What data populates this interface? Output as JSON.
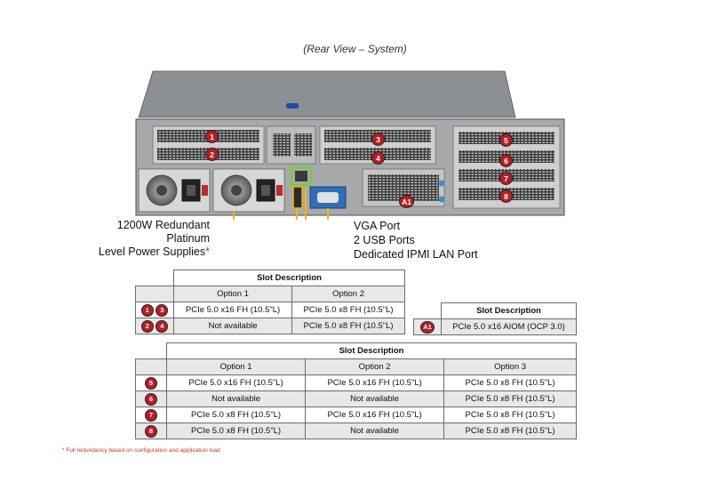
{
  "caption": "(Rear View – System)",
  "callouts": {
    "psu_line1": "1200W Redundant Platinum",
    "psu_line2": "Level Power Supplies",
    "psu_star": "*",
    "vga": "VGA Port",
    "usb": "2 USB Ports",
    "ipmi": "Dedicated IPMI LAN Port"
  },
  "badges": [
    "1",
    "2",
    "3",
    "4",
    "5",
    "6",
    "7",
    "8",
    "A1"
  ],
  "table1": {
    "title": "Slot Description",
    "headers": [
      "Option 1",
      "Option 2"
    ],
    "rows": [
      {
        "badges": [
          "1",
          "3"
        ],
        "cells": [
          "PCIe 5.0 x16 FH (10.5\"L)",
          "PCIe 5.0 x8 FH (10.5\"L)"
        ]
      },
      {
        "badges": [
          "2",
          "4"
        ],
        "cells": [
          "Not available",
          "PCIe 5.0 x8 FH (10.5\"L)"
        ]
      }
    ]
  },
  "table2": {
    "title": "Slot Description",
    "rows": [
      {
        "badges": [
          "A1"
        ],
        "cells": [
          "PCIe 5.0 x16 AIOM (OCP 3.0)"
        ]
      }
    ]
  },
  "table3": {
    "title": "Slot Description",
    "headers": [
      "Option 1",
      "Option 2",
      "Option 3"
    ],
    "rows": [
      {
        "badges": [
          "5"
        ],
        "cells": [
          "PCIe 5.0 x16 FH (10.5\"L)",
          "PCIe 5.0 x16 FH (10.5\"L)",
          "PCIe 5.0 x8 FH (10.5\"L)"
        ]
      },
      {
        "badges": [
          "6"
        ],
        "cells": [
          "Not available",
          "Not available",
          "PCIe 5.0 x8 FH (10.5\"L)"
        ]
      },
      {
        "badges": [
          "7"
        ],
        "cells": [
          "PCIe 5.0 x8 FH (10.5\"L)",
          "PCIe 5.0 x16 FH (10.5\"L)",
          "PCIe 5.0 x8 FH (10.5\"L)"
        ]
      },
      {
        "badges": [
          "8"
        ],
        "cells": [
          "PCIe 5.0 x8 FH (10.5\"L)",
          "Not available",
          "PCIe 5.0 x8 FH (10.5\"L)"
        ]
      }
    ]
  },
  "footnote": "* Full redundancy based on configuration and application load",
  "colors": {
    "badge": "#b51f24",
    "callout_line": "#f2b705",
    "ipmi_highlight": "#7ac943",
    "vga_blue": "#2f6fb7"
  }
}
